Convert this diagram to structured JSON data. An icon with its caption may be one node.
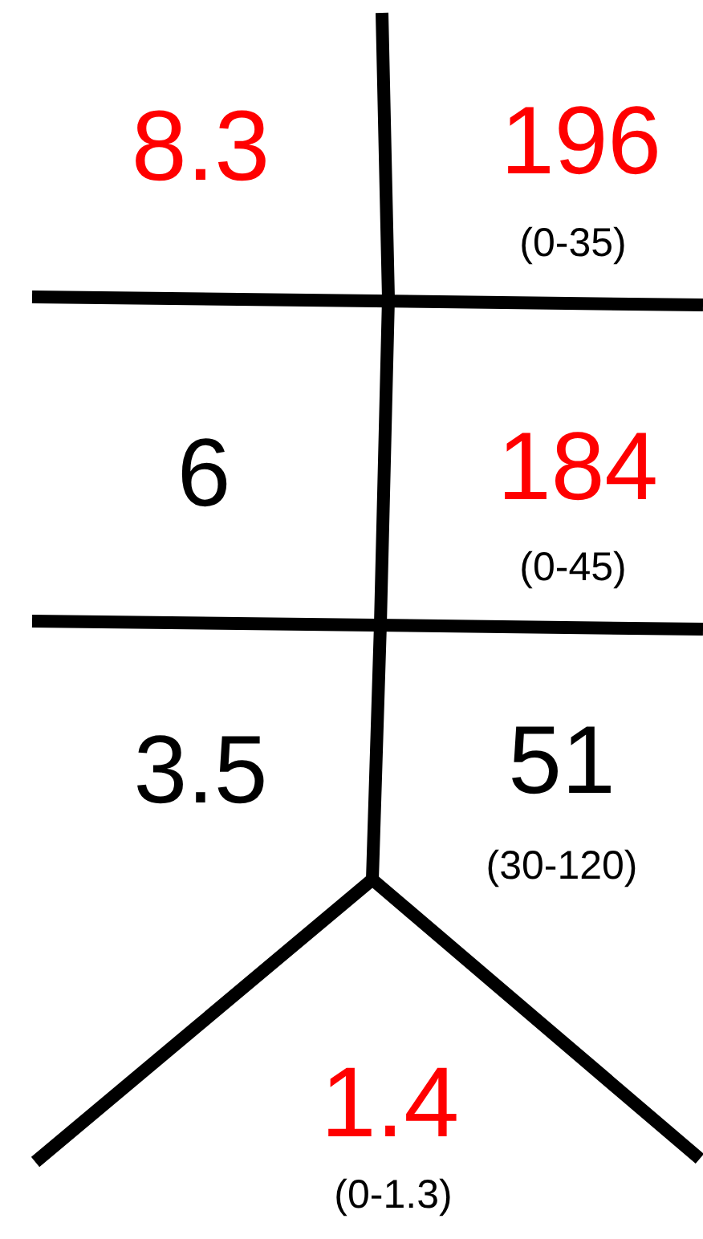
{
  "diagram": {
    "labels": [
      "8.3",
      "196",
      "(0-35)",
      "6",
      "184",
      "(0-45)",
      "3.5",
      "51",
      "(30-120)",
      "1.4",
      "(0-1.3)"
    ]
  }
}
